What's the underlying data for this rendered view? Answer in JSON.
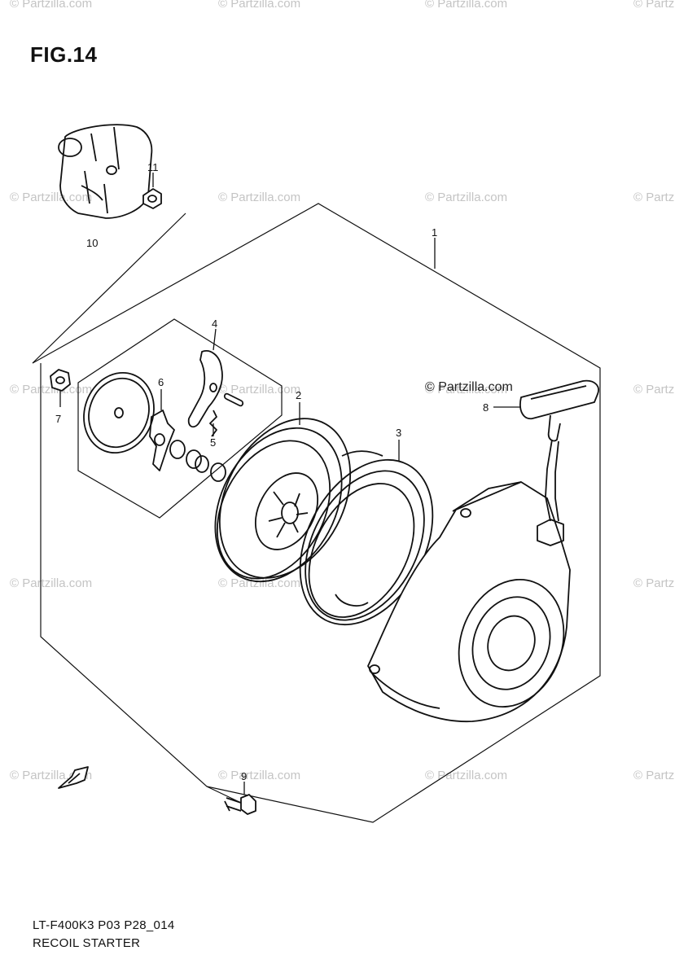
{
  "figure": {
    "title": "FIG.14",
    "code": "LT-F400K3 P03 P28_014",
    "name": "RECOIL STARTER"
  },
  "watermark": {
    "text": "© Partzilla.com",
    "partial_text": "© Partz"
  },
  "brand_mark": "© Partzilla.com",
  "callouts": [
    "1",
    "2",
    "3",
    "4",
    "5",
    "6",
    "7",
    "8",
    "9",
    "10",
    "11"
  ]
}
